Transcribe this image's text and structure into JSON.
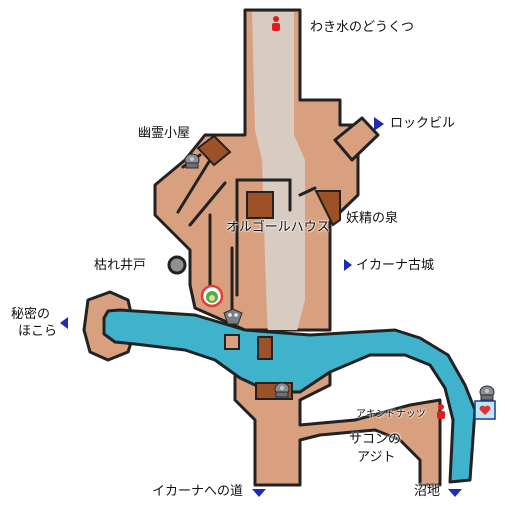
{
  "colors": {
    "ground": "#d9a07f",
    "outline": "#222222",
    "river": "#3fb3cc",
    "path": "#d8ccc2",
    "hut": "#9c5127",
    "marker": "#e11d1d",
    "arrow": "#1f2ab5"
  },
  "labels": {
    "cave": "わき水のどうくつ",
    "rock_building": "ロックビル",
    "ghost_hut": "幽霊小屋",
    "fairy_spring": "妖精の泉",
    "orgol_house": "オルゴールハウス",
    "dry_well": "枯れ井戸",
    "ikana_castle": "イカーナ古城",
    "secret_grotto_1": "秘密の",
    "secret_grotto_2": "ほこら",
    "akindo_nuts": "アキンドナッツ",
    "sakon_hideout_1": "サコンの",
    "sakon_hideout_2": "アジト",
    "road_to_ikana": "イカーナへの道",
    "swamp": "沼地"
  },
  "icons": {
    "person": "person-marker-icon",
    "well": "well-icon",
    "gossip_stone": "gossip-stone-icon",
    "owl_statue": "owl-statue-icon",
    "tingle": "tingle-icon",
    "heart_piece": "heart-piece-icon",
    "arrow_right": "triangle-right-icon",
    "arrow_left": "triangle-left-icon",
    "arrow_down": "triangle-down-icon"
  }
}
